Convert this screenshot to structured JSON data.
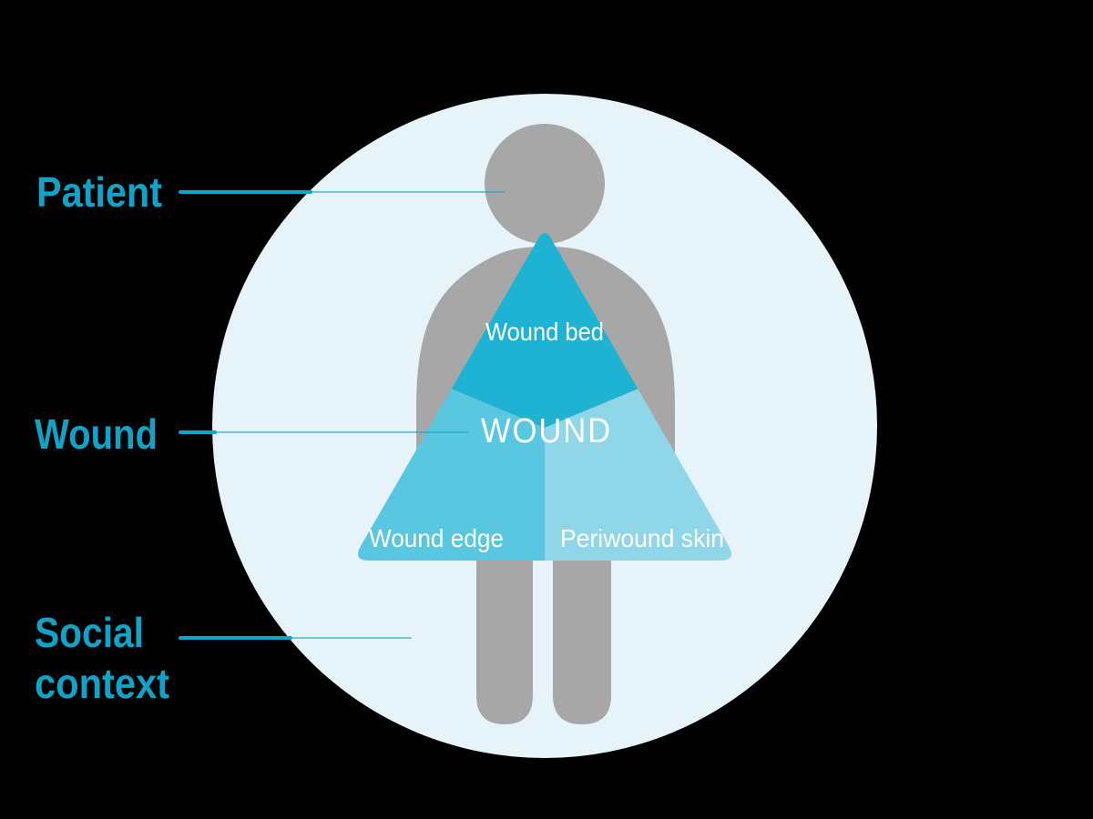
{
  "diagram_labels": {
    "patient": "Patient",
    "wound": "Wound",
    "social_line1": "Social",
    "social_line2": "context"
  },
  "triangle": {
    "center_label": "WOUND",
    "top_region_label": "Wound bed",
    "bottom_left_region_label": "Wound edge",
    "bottom_right_region_label": "Periwound skin"
  },
  "colors": {
    "background": "#000000",
    "context_circle": "#e6f3f8",
    "person_figure": "#a7a7a7",
    "region_wound_bed": "#1eb3d3",
    "region_wound_edge": "#59c7e0",
    "region_periwound_skin": "#8fd7e8",
    "leader_label_text": "#12a2c5",
    "leader_line": "#0ba6c8",
    "triangle_label_text": "#ffffff"
  }
}
